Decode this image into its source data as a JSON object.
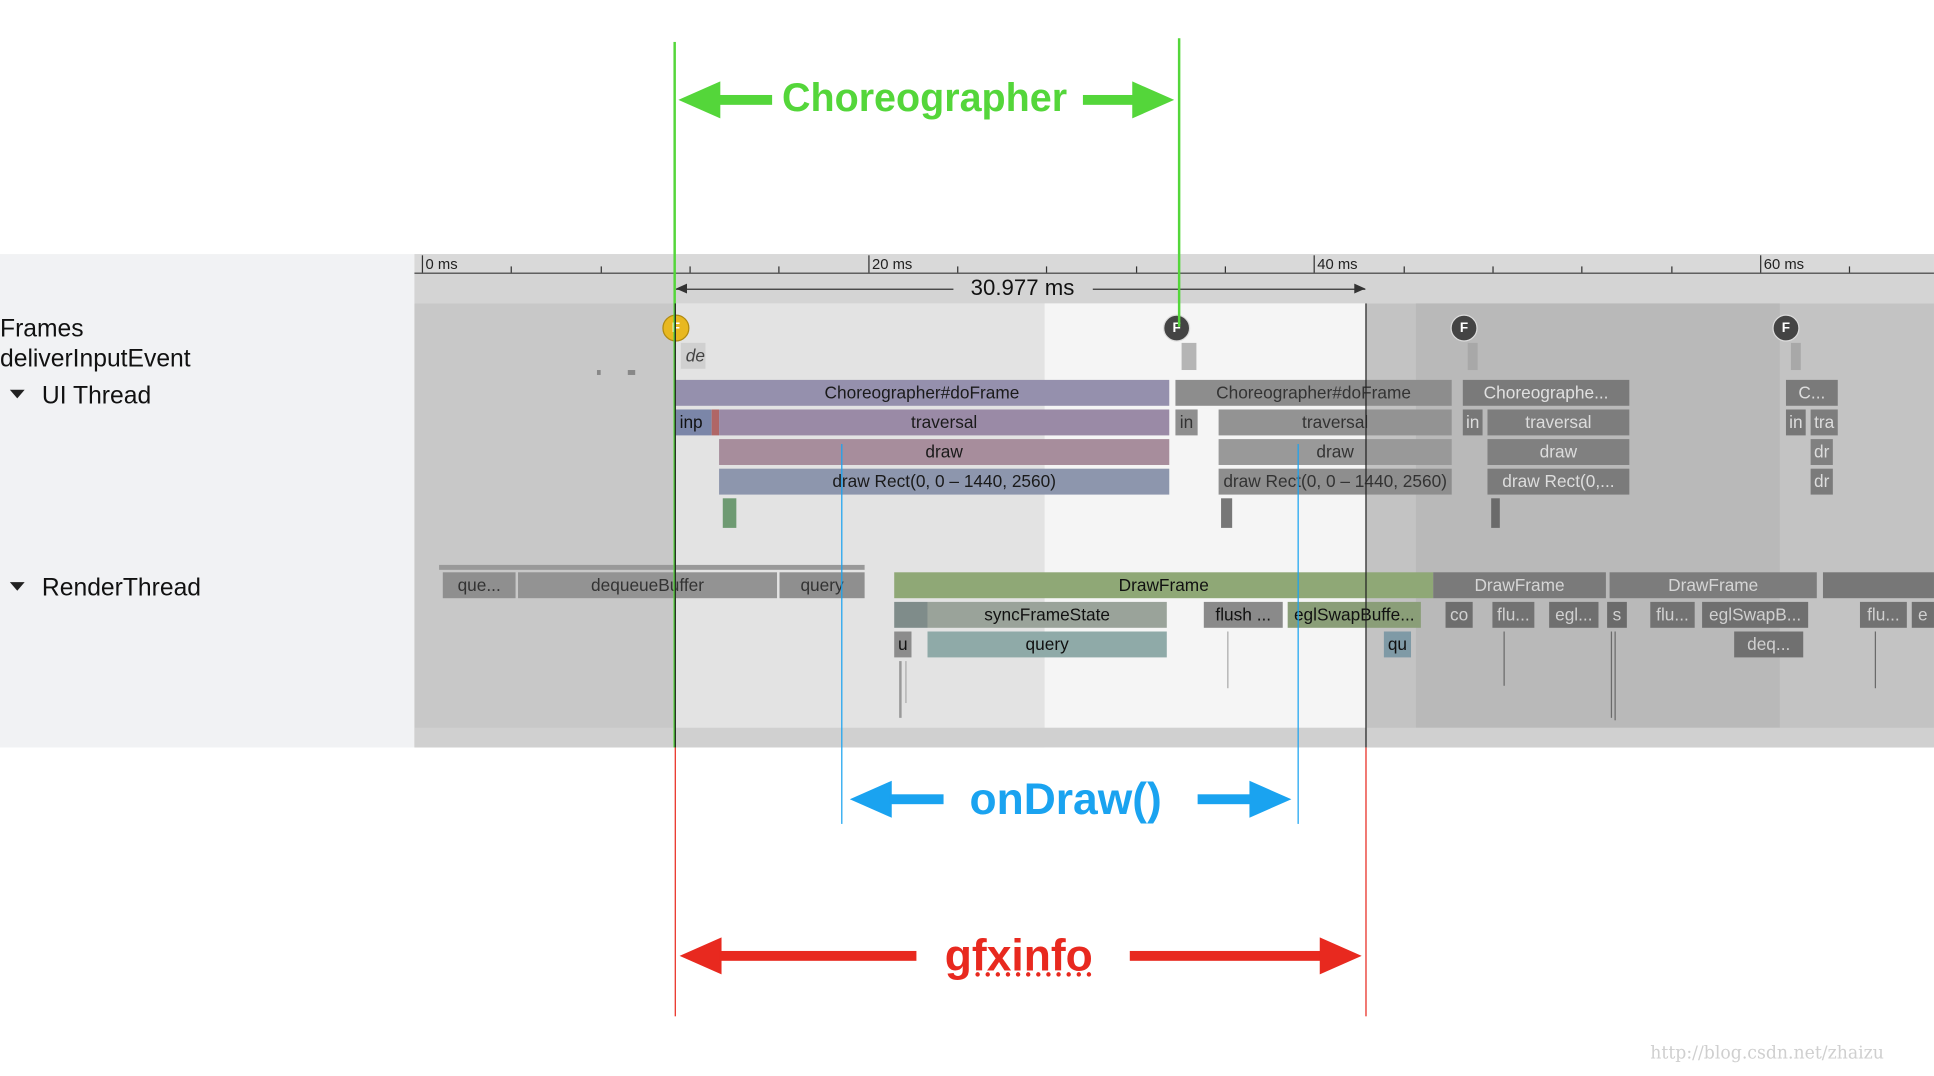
{
  "tracks": {
    "frames": "Frames",
    "deliver_input": "deliverInputEvent",
    "ui_thread": "UI Thread",
    "render_thread": "RenderThread"
  },
  "timeline": {
    "ticks": [
      "0 ms",
      "20 ms",
      "40 ms",
      "60 ms"
    ],
    "measure": "30.977 ms"
  },
  "markers": {
    "frame": "F"
  },
  "slices": {
    "de": "de",
    "choreographer": "Choreographer#doFrame",
    "inp": "inp",
    "traversal": "traversal",
    "draw": "draw",
    "draw_rect": "draw Rect(0, 0 – 1440, 2560)",
    "choreographer_2": "Choreographer#doFrame",
    "in_2": "in",
    "traversal_2": "traversal",
    "draw_2": "draw",
    "draw_rect_2": "draw Rect(0, 0 – 1440, 2560)",
    "choreographer_3": "Choreographe...",
    "in_3": "in",
    "traversal_3": "traversal",
    "draw_3": "draw",
    "draw_rect_3": "draw Rect(0,...",
    "c_4": "C...",
    "in_4": "in",
    "tra_4": "tra",
    "dr_4": "dr",
    "dr_4b": "dr",
    "que": "que...",
    "dequeue": "dequeueBuffer",
    "query": "query",
    "drawframe": "DrawFrame",
    "syncframe": "syncFrameState",
    "flush": "flush ...",
    "egl": "eglSwapBuffe...",
    "u": "u",
    "query_2": "query",
    "qu": "qu",
    "drawframe_2": "DrawFrame",
    "drawframe_3": "DrawFrame",
    "co": "co",
    "flu_1": "flu...",
    "egl_1": "egl...",
    "s_1": "s",
    "flu_2": "flu...",
    "egl_2": "eglSwapB...",
    "deq": "deq...",
    "flu_3": "flu...",
    "e_3": "e"
  },
  "annotations": {
    "choreographer": "Choreographer",
    "ondraw": "onDraw()",
    "gfxinfo": "gfxinfo",
    "green": "#54d63a",
    "blue": "#1aa3f0",
    "red": "#e8291f"
  },
  "watermark": "http://blog.csdn.net/zhaizu"
}
